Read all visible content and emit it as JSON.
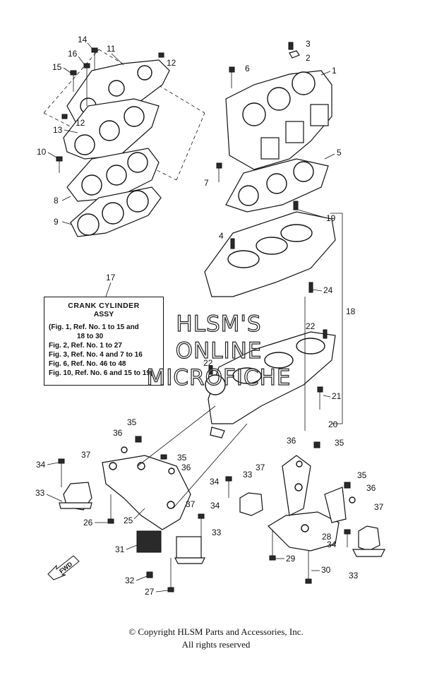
{
  "infobox": {
    "title": "CRANK CYLINDER",
    "subtitle": "ASSY",
    "refs": [
      "(Fig. 1, Ref. No. 1 to 15 and",
      "18 to 30",
      "Fig. 2, Ref. No. 1 to 27",
      "Fig. 3, Ref. No. 4 and 7 to 16",
      "Fig. 6, Ref. No. 46 to 48",
      "Fig. 10, Ref. No. 6 and 15 to 19)"
    ]
  },
  "watermark": {
    "line1": "HLSM'S",
    "line2": "ONLINE",
    "line3": "MICROFICHE"
  },
  "fwd_label": "FWD",
  "callouts": {
    "c1": "1",
    "c2": "2",
    "c3": "3",
    "c4": "4",
    "c5": "5",
    "c6": "6",
    "c7": "7",
    "c8": "8",
    "c9": "9",
    "c10": "10",
    "c11": "11",
    "c12a": "12",
    "c12b": "12",
    "c13": "13",
    "c14": "14",
    "c15": "15",
    "c16": "16",
    "c17": "17",
    "c18": "18",
    "c19": "19",
    "c20": "20",
    "c21": "21",
    "c22a": "22",
    "c22b": "22",
    "c24": "24",
    "c25": "25",
    "c26": "26",
    "c27": "27",
    "c28": "28",
    "c29": "29",
    "c30": "30",
    "c31": "31",
    "c32": "32",
    "c33a": "33",
    "c33b": "33",
    "c33c": "33",
    "c33d": "33",
    "c34a": "34",
    "c34b": "34",
    "c34c": "34",
    "c34d": "34",
    "c35a": "35",
    "c35b": "35",
    "c35c": "35",
    "c35d": "35",
    "c36a": "36",
    "c36b": "36",
    "c36c": "36",
    "c36d": "36",
    "c37a": "37",
    "c37b": "37",
    "c37c": "37",
    "c37d": "37"
  },
  "copyright": "© Copyright HLSM Parts and Accessories, Inc.",
  "rights": "All rights reserved"
}
